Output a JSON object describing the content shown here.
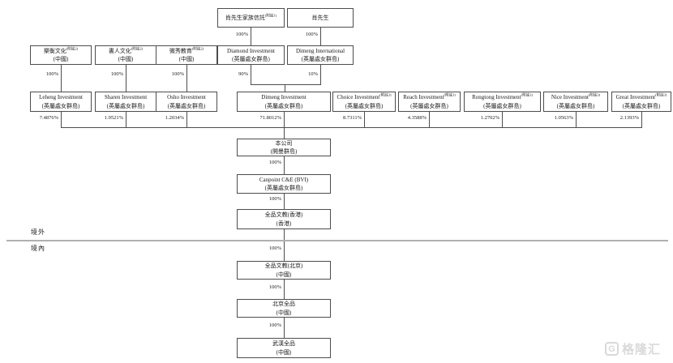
{
  "region_labels": {
    "offshore": "境外",
    "onshore": "境內"
  },
  "watermark": {
    "icon": "G",
    "text": "格隆汇"
  },
  "nodes": {
    "trust": {
      "name": "肖先生家族信託",
      "sup": "(附註1)"
    },
    "mr_xiao": {
      "name": "肖先生"
    },
    "leheng_culture": {
      "name": "樂衡文化",
      "sup": "(附註2)",
      "loc": "(中國)"
    },
    "shuren_culture": {
      "name": "書人文化",
      "sup": "(附註2)",
      "loc": "(中國)"
    },
    "weixiu_education": {
      "name": "微秀教育",
      "sup": "(附註2)",
      "loc": "(中國)"
    },
    "diamond": {
      "name": "Diamond Investment",
      "loc": "(英屬處女群島)"
    },
    "dimeng_international": {
      "name": "Dimeng International",
      "loc": "(英屬處女群島)"
    },
    "leheng_inv": {
      "name": "Leheng Investment",
      "loc": "(英屬處女群島)"
    },
    "sharen_inv": {
      "name": "Sharen Investment",
      "loc": "(英屬處女群島)"
    },
    "osho_inv": {
      "name": "Osho Investment",
      "loc": "(英屬處女群島)"
    },
    "dimeng_inv": {
      "name": "Dimeng Investment",
      "loc": "(英屬處女群島)"
    },
    "choice_inv": {
      "name": "Choice Investment",
      "sup": "(附註3)",
      "loc": "(英屬處女群島)"
    },
    "reach_inv": {
      "name": "Reach Investment",
      "sup": "(附註3)",
      "loc": "(英屬處女群島)"
    },
    "rongtong_inv": {
      "name": "Rongtong Investment",
      "sup": "(附註3)",
      "loc": "(英屬處女群島)"
    },
    "nice_inv": {
      "name": "Nice Investment",
      "sup": "(附註3)",
      "loc": "(英屬處女群島)"
    },
    "great_inv": {
      "name": "Great Investment",
      "sup": "(附註3)",
      "loc": "(英屬處女群島)"
    },
    "company": {
      "name": "本公司",
      "loc": "(開曼群島)"
    },
    "canpoint_bvi": {
      "name": "Canpoint C&E (BVI)",
      "loc": "(英屬處女群島)"
    },
    "quanpin_hk": {
      "name": "全品文教(香港)",
      "loc": "(香港)"
    },
    "quanpin_beijing_wfoe": {
      "name": "全品文教(北京)",
      "loc": "(中國)"
    },
    "beijing_quanpin": {
      "name": "北京全品",
      "loc": "(中國)"
    },
    "wuhan_quanpin": {
      "name": "武漢全品",
      "loc": "(中國)"
    }
  },
  "percentages": {
    "trust_to_diamond": "100%",
    "xiao_to_dimeng_intl": "100%",
    "leheng_culture_to_leheng": "100%",
    "shuren_culture_to_sharen": "100%",
    "weixiu_to_osho": "100%",
    "diamond_to_dimeng": "90%",
    "dimeng_intl_to_dimeng": "10%",
    "leheng_inv": "7.4876%",
    "sharen_inv": "1.9521%",
    "osho_inv": "1.2034%",
    "dimeng_inv": "71.8012%",
    "choice_inv": "8.7311%",
    "reach_inv": "4.3588%",
    "rongtong_inv": "1.2702%",
    "nice_inv": "1.0563%",
    "great_inv": "2.1393%",
    "company_to_canpoint": "100%",
    "canpoint_to_hk": "100%",
    "hk_to_beijing_wfoe": "100%",
    "wfoe_to_beijing": "100%",
    "beijing_to_wuhan": "100%"
  }
}
